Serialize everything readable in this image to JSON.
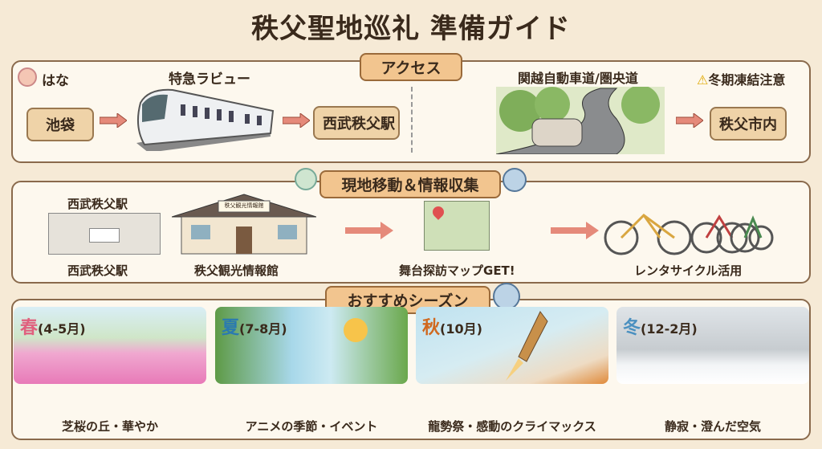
{
  "title": "秩父聖地巡礼 準備ガイド",
  "access": {
    "label": "アクセス",
    "character": "はな",
    "train_label": "特急ラビュー",
    "from": "池袋",
    "to": "西武秩父駅",
    "road_label": "関越自動車道/圏央道",
    "warning": "冬期凍結注意",
    "road_to": "秩父市内"
  },
  "local": {
    "label": "現地移動＆情報収集",
    "station_sign": "西武秩父駅",
    "station": "西武秩父駅",
    "info_center_sign": "秩父観光情報館",
    "info_center": "秩父観光情報館",
    "map": "舞台探訪マップGET!",
    "bikes": "レンタサイクル活用"
  },
  "seasons": {
    "label": "おすすめシーズン",
    "items": [
      {
        "kanji": "春",
        "months": "(4-5月)",
        "caption": "芝桜の丘・華やか",
        "color": "#e0607e"
      },
      {
        "kanji": "夏",
        "months": "(7-8月)",
        "caption": "アニメの季節・イベント",
        "color": "#2a7ab0"
      },
      {
        "kanji": "秋",
        "months": "(10月)",
        "caption": "龍勢祭・感動のクライマックス",
        "color": "#d0681e"
      },
      {
        "kanji": "冬",
        "months": "(12-2月)",
        "caption": "静寂・澄んだ空気",
        "color": "#4a90c0"
      }
    ]
  }
}
